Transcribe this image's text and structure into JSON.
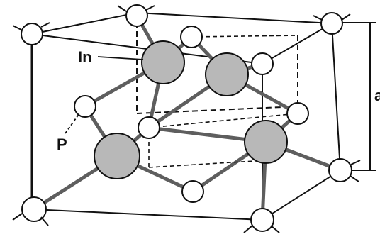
{
  "diagram": {
    "labels": {
      "in": "In",
      "p": "P",
      "dimension": "a"
    },
    "colors": {
      "line": "#111111",
      "bond": "#6f6f6f",
      "in_atom": "#b8b8b8",
      "p_atom": "#ffffff"
    },
    "legend": {
      "in_atoms": "In",
      "p_atoms": "P"
    }
  }
}
